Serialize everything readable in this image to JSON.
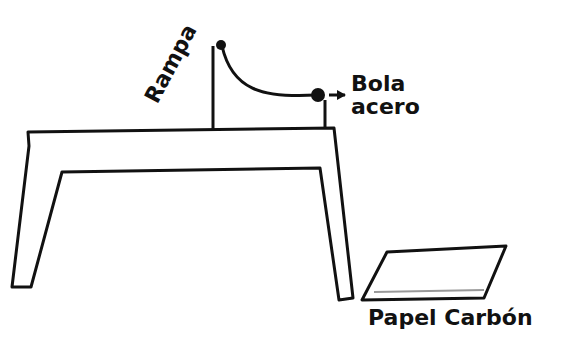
{
  "diagram": {
    "labels": [
      "Rampa",
      "Bola acero",
      "Papel Carbón"
    ]
  }
}
